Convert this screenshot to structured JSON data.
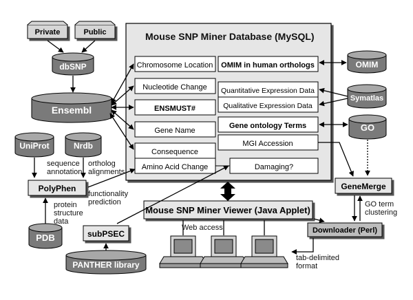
{
  "colors": {
    "cylinder": "#7a7a7a",
    "cylinder_top": "#a8a8a8",
    "panel": "#e6e6e6",
    "box": "#ffffff",
    "stroke": "#000000"
  },
  "sources": {
    "private": "Private",
    "public": "Public",
    "dbsnp": "dbSNP",
    "ensembl": "Ensembl",
    "uniprot": "UniProt",
    "nrdb": "Nrdb",
    "polyphen": "PolyPhen",
    "pdb": "PDB",
    "subpsec": "subPSEC",
    "panther": "PANTHER library",
    "omim": "OMIM",
    "symatlas": "Symatlas",
    "go": "GO",
    "genemerge": "GeneMerge",
    "downloader": "Downloader (Perl)"
  },
  "database": {
    "title": "Mouse SNP Miner Database (MySQL)",
    "fields": {
      "chromosome_location": "Chromosome Location",
      "omim_human_orthologs": "OMIM in human orthologs",
      "nucleotide_change": "Nucleotide Change",
      "quantitative_expression": "Quantitative Expression Data",
      "ensmust": "ENSMUST#",
      "qualitative_expression": "Qualitative Expression Data",
      "gene_name": "Gene Name",
      "gene_ontology_terms": "Gene ontology Terms",
      "mgi_accession": "MGI Accession",
      "consequence": "Consequence",
      "amino_acid_change": "Amino Acid Change",
      "damaging": "Damaging?"
    }
  },
  "viewer": {
    "title": "Mouse SNP Miner Viewer (Java Applet)",
    "web_access": "Web access"
  },
  "annotations": {
    "sequence_annotation": [
      "sequence",
      "annotation"
    ],
    "ortholog_alignments": [
      "ortholog",
      "alignments"
    ],
    "protein_structure_data": [
      "protein",
      "structure",
      "data"
    ],
    "functionality_prediction": [
      "functionality",
      "prediction"
    ],
    "go_term_clustering": [
      "GO term",
      "clustering"
    ],
    "tab_delimited_format": [
      "tab-delimited",
      "format"
    ]
  }
}
